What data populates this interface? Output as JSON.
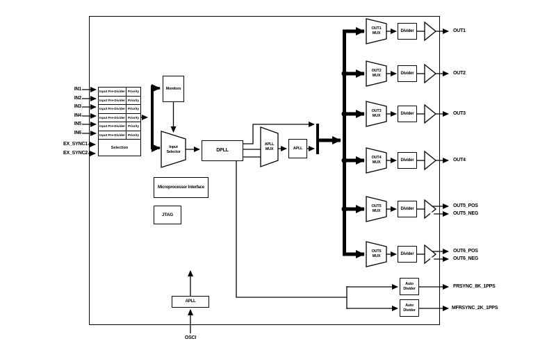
{
  "page": {
    "background": "#ffffff",
    "line_color": "#000000"
  },
  "diagram": {
    "inputs": {
      "ports": [
        "IN1",
        "IN2",
        "IN3",
        "IN4",
        "IN5",
        "IN6"
      ],
      "ex_sync_ports": [
        "EX_SYNC1",
        "EX_SYNC2"
      ],
      "pre_divider_label": "Input Pre-Divider",
      "priority_label": "Priority",
      "selection_label": "Selection"
    },
    "core": {
      "monitors_label": "Monitors",
      "input_selector_lines": [
        "Input",
        "Selector"
      ],
      "dpll_label": "DPLL",
      "apll_mux_lines": [
        "APLL",
        "MUX"
      ],
      "apll_label": "APLL",
      "microprocessor_label": "Microprocessor Interface",
      "jtag_label": "JTAG"
    },
    "osc": {
      "apll_label": "APLL",
      "osci_label": "OSCI"
    },
    "outputs": {
      "mux_lines": [
        [
          "OUT1",
          "MUX"
        ],
        [
          "OUT2",
          "MUX"
        ],
        [
          "OUT3",
          "MUX"
        ],
        [
          "OUT4",
          "MUX"
        ],
        [
          "OUT5",
          "MUX"
        ],
        [
          "OUT6",
          "MUX"
        ]
      ],
      "divider_label": "Divider",
      "single_ports": [
        "OUT1",
        "OUT2",
        "OUT3",
        "OUT4"
      ],
      "diff_ports": [
        [
          "OUT5_POS",
          "OUT5_NEG"
        ],
        [
          "OUT6_POS",
          "OUT6_NEG"
        ]
      ],
      "auto_divider_lines": [
        "Auto",
        "Divider"
      ],
      "sync_ports": [
        "FRSYNC_8K_1PPS",
        "MFRSYNC_2K_1PPS"
      ]
    }
  }
}
